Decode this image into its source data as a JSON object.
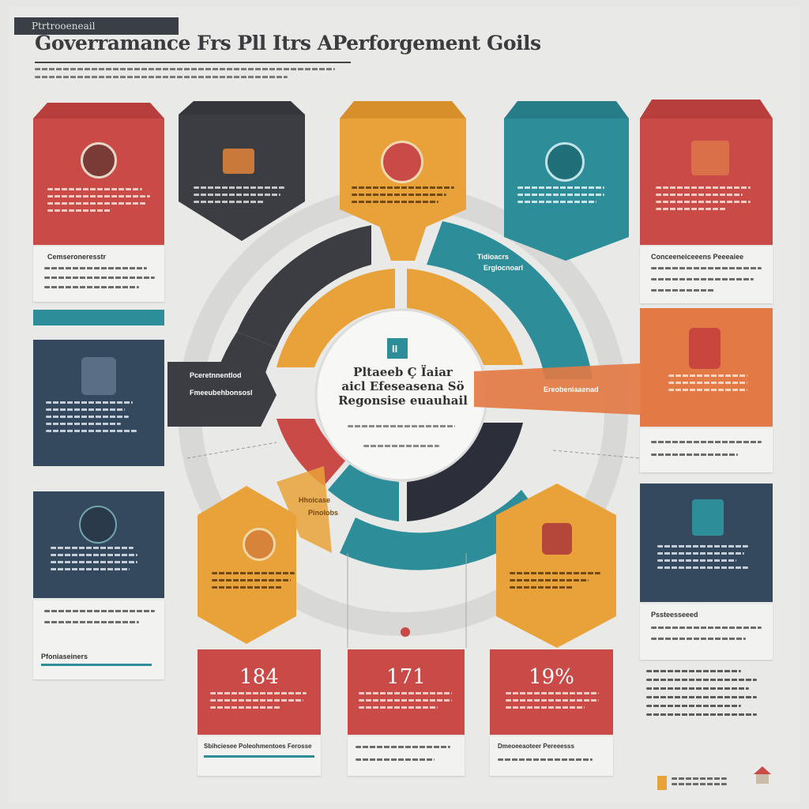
{
  "header": {
    "tag": "Ptrtrooeneail",
    "title": "Goverramance Frs Pll Itrs APerforgement Goils"
  },
  "center": {
    "title_line1": "Pltaeeb Ç Ïaiar",
    "title_line2": "aicl Efeseasena Sö",
    "title_line3": "Regonsise euauhail",
    "icon_glyph": "II"
  },
  "hex_labels": {
    "teal_label1": "Tidioacrs",
    "teal_label2": "Erglocnoarl",
    "lower_tag": "Hhoicase",
    "lower_tag2": "Pinolobs",
    "left_banner_label1": "Pceretnnentlod",
    "left_banner_label2": "Fmeeubehbonsosl",
    "right_banner_label": "Ereobeniaaenad"
  },
  "stats": [
    {
      "value": "184"
    },
    {
      "value": "171"
    },
    {
      "value": "19%"
    }
  ],
  "side_headers": {
    "left_box1": "Cemseroneresstr",
    "right_box1": "Conceeneiceeens Peeeaiee",
    "left_box4": "Pfoniaseiners",
    "right_box4": "Pssteesseeed",
    "bottom_left": "Sbihciesee Poleohmentoes Ferosse",
    "bottom_right": "Dmeoeeaoteer Pereeesss"
  },
  "colors": {
    "red": "#c94a47",
    "charcoal": "#3b3d42",
    "orange": "#e9a23a",
    "teal": "#2d8e9a",
    "navy": "#34495e",
    "coral": "#e37a45"
  }
}
